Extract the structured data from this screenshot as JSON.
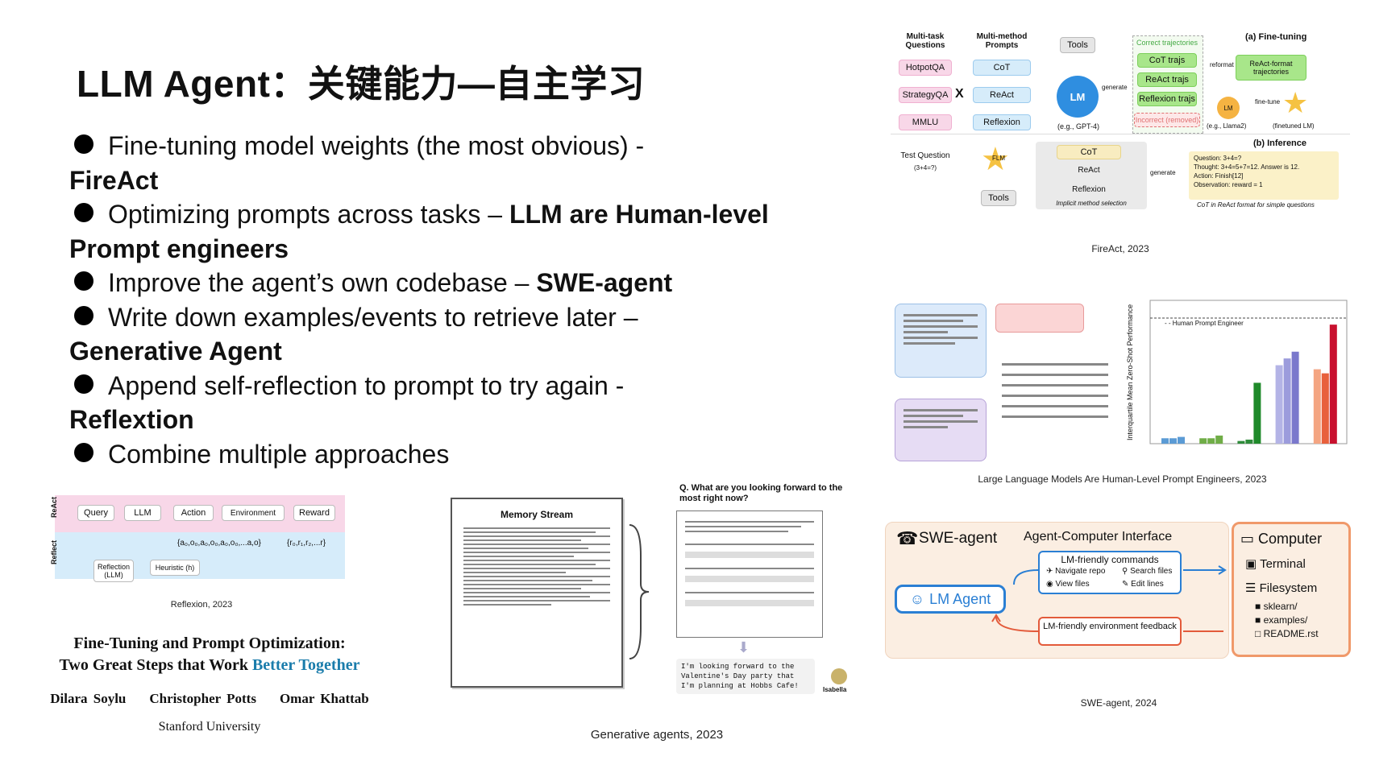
{
  "title": "LLM Agent：关键能力—自主学习",
  "bullets": [
    {
      "text": "Fine-tuning model weights (the most obvious) -",
      "bold": "FireAct"
    },
    {
      "text": "Optimizing prompts across tasks – ",
      "bold": "LLM are Human-level Prompt engineers"
    },
    {
      "text": "Improve the agent’s own codebase – ",
      "bold": "SWE-agent"
    },
    {
      "text": "Write down examples/events to retrieve later –",
      "bold": "Generative Agent"
    },
    {
      "text": "Append self-reflection to prompt to try again -",
      "bold": "Reflextion"
    },
    {
      "text": "Combine multiple approaches",
      "bold": ""
    }
  ],
  "fireact": {
    "caption": "FireAct, 2023",
    "col_tasks": "Multi-task Questions",
    "col_methods": "Multi-method Prompts",
    "tasks": [
      "HotpotQA",
      "StrategyQA",
      "MMLU"
    ],
    "methods": [
      "CoT",
      "ReAct",
      "Reflexion"
    ],
    "times": "X",
    "tools": "Tools",
    "lm": "LM",
    "lm_sub": "(e.g., GPT-4)",
    "generate": "generate",
    "correct": "Correct trajectories",
    "trajs": [
      "CoT trajs",
      "ReAct trajs",
      "Reflexion trajs"
    ],
    "incorrect": "Incorrect (removed)",
    "reformat": "reformat",
    "react_format": "ReAct-format trajectories",
    "finetuning_label": "(a) Fine-tuning",
    "finetune": "fine-tune",
    "lm_small": "LM",
    "llama": "(e.g., Llama2)",
    "finetuned": "(finetuned LM)",
    "inference_label": "(b) Inference",
    "test_q": "Test Question",
    "test_q_sub": "(3+4=?)",
    "flm": "FLM",
    "tools2": "Tools",
    "inf_methods": [
      "CoT",
      "ReAct",
      "Reflexion"
    ],
    "implicit": "Implicit method selection",
    "generate2": "generate",
    "q_lines": [
      "Question: 3+4=?",
      "Thought: 3+4=5+7=12. Answer is 12.",
      "Action: Finish[12]",
      "Observation: reward = 1"
    ],
    "cot_note": "CoT in ReAct format for simple questions"
  },
  "ape": {
    "caption": "Large Language Models Are Human-Level Prompt Engineers, 2023",
    "legend_line": "Human Prompt Engineer",
    "ylabel": "Interquartile Mean Zero-Shot Performance"
  },
  "reflexion": {
    "caption": "Reflexion, 2023",
    "side_top": "ReAct",
    "side_bottom": "Reflect",
    "boxes": [
      "Query",
      "LLM",
      "Action",
      "Environment",
      "Reward"
    ],
    "traj": "{a₀,o₀,a₀,o₀,a₀,o₀,...a,o}",
    "rewards": "{r₀,r₁,r₂,...r}",
    "reflect_box": "Reflection (LLM)",
    "heuristic": "Heuristic (h)"
  },
  "paper": {
    "title1": "Fine-Tuning and Prompt Optimization:",
    "title2a": "Two Great Steps that Work ",
    "title2b": "Better Together",
    "authors": [
      "Dilara Soylu",
      "Christopher Potts",
      "Omar Khattab"
    ],
    "affil": "Stanford University"
  },
  "genagent": {
    "caption": "Generative agents, 2023",
    "memory_title": "Memory Stream",
    "question": "Q. What are you looking forward to the most right now?",
    "answer": "I'm looking forward to the Valentine's Day party that I'm planning at Hobbs Cafe!",
    "name": "Isabella"
  },
  "swe": {
    "caption": "SWE-agent, 2024",
    "title": "SWE-agent",
    "aci": "Agent-Computer Interface",
    "lm_agent": "LM Agent",
    "cmds_title": "LM-friendly commands",
    "cmds": [
      "Navigate repo",
      "Search files",
      "View files",
      "Edit lines"
    ],
    "feedback": "LM-friendly environment feedback",
    "computer": "Computer",
    "terminal": "Terminal",
    "filesystem": "Filesystem",
    "files": [
      "sklearn/",
      "examples/",
      "README.rst"
    ]
  },
  "colors": {
    "pink": "#f8d7e8",
    "blue": "#d6ecfa",
    "green": "#a8e68a",
    "lm_blue": "#2f8ee0",
    "star": "#f5c242",
    "swe_bg": "#fbeee2",
    "swe_border": "#f0b48f",
    "swe_blue": "#2a7fd4",
    "swe_red": "#e35a3a"
  }
}
